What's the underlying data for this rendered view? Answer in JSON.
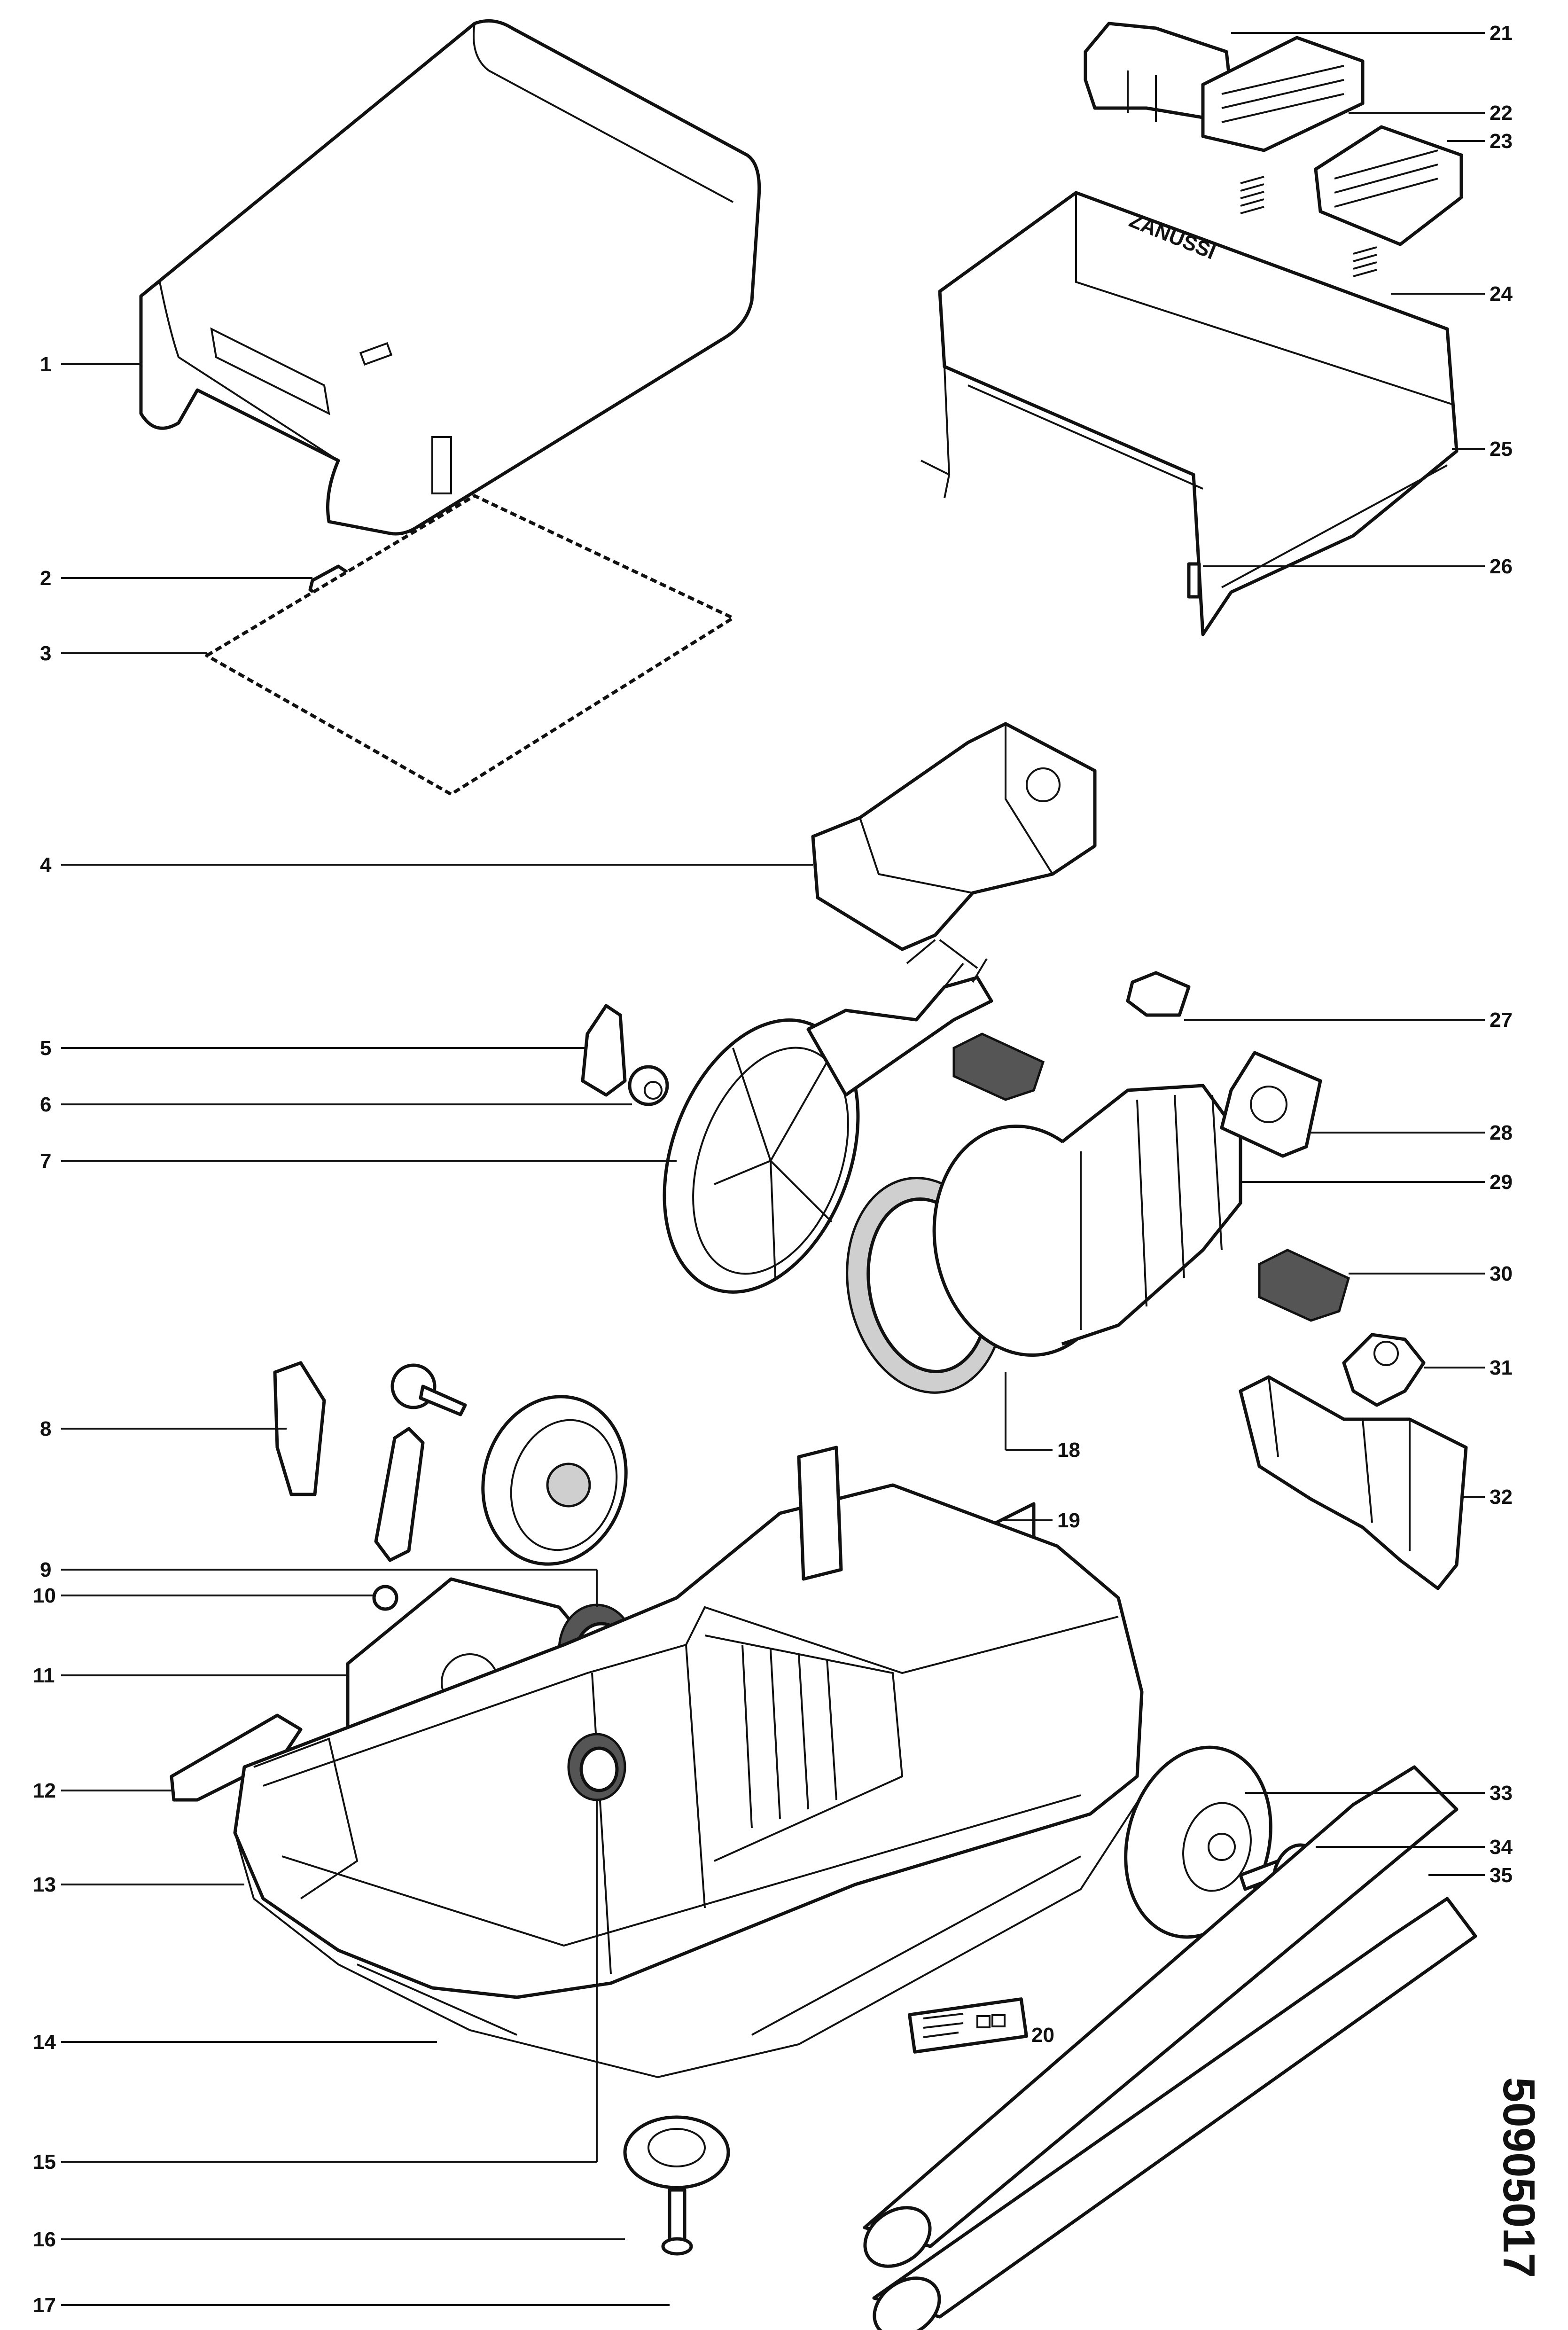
{
  "part_labels": [
    {
      "id": "1",
      "text": "1"
    },
    {
      "id": "2",
      "text": "2"
    },
    {
      "id": "3",
      "text": "3"
    },
    {
      "id": "4",
      "text": "4"
    },
    {
      "id": "5",
      "text": "5"
    },
    {
      "id": "6",
      "text": "6"
    },
    {
      "id": "7",
      "text": "7"
    },
    {
      "id": "8",
      "text": "8"
    },
    {
      "id": "9",
      "text": "9"
    },
    {
      "id": "10",
      "text": "10"
    },
    {
      "id": "11",
      "text": "11"
    },
    {
      "id": "12",
      "text": "12"
    },
    {
      "id": "13",
      "text": "13"
    },
    {
      "id": "14",
      "text": "14"
    },
    {
      "id": "15",
      "text": "15"
    },
    {
      "id": "16",
      "text": "16"
    },
    {
      "id": "17",
      "text": "17"
    },
    {
      "id": "18",
      "text": "18"
    },
    {
      "id": "19",
      "text": "19"
    },
    {
      "id": "20",
      "text": "20"
    },
    {
      "id": "21",
      "text": "21"
    },
    {
      "id": "22",
      "text": "22"
    },
    {
      "id": "23",
      "text": "23"
    },
    {
      "id": "24",
      "text": "24"
    },
    {
      "id": "25",
      "text": "25"
    },
    {
      "id": "26",
      "text": "26"
    },
    {
      "id": "27",
      "text": "27"
    },
    {
      "id": "28",
      "text": "28"
    },
    {
      "id": "29",
      "text": "29"
    },
    {
      "id": "30",
      "text": "30"
    },
    {
      "id": "31",
      "text": "31"
    },
    {
      "id": "32",
      "text": "32"
    },
    {
      "id": "33",
      "text": "33"
    },
    {
      "id": "34",
      "text": "34"
    },
    {
      "id": "35",
      "text": "35"
    }
  ],
  "drawing_code": "50905017",
  "brand_marking": "ZANUSSI"
}
